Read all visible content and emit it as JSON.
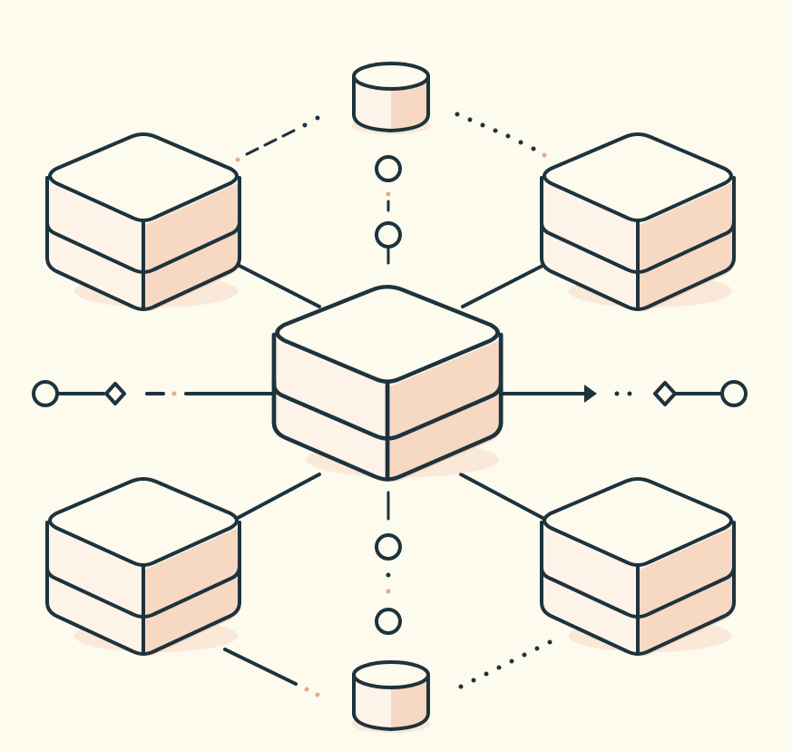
{
  "diagram": {
    "kind": "network-topology",
    "palette": {
      "background": "#fdfaee",
      "outline": "#1d333d",
      "accent": "#f7d8c2",
      "accent_dot": "#e8a98c"
    },
    "nodes": [
      {
        "id": "center",
        "shape": "stacked-block"
      },
      {
        "id": "top-left",
        "shape": "stacked-block"
      },
      {
        "id": "top-right",
        "shape": "stacked-block"
      },
      {
        "id": "bottom-left",
        "shape": "stacked-block"
      },
      {
        "id": "bottom-right",
        "shape": "stacked-block"
      },
      {
        "id": "top",
        "shape": "cylinder"
      },
      {
        "id": "bottom",
        "shape": "cylinder"
      }
    ],
    "edges": [
      {
        "from": "center",
        "to": "top-left",
        "style": "solid"
      },
      {
        "from": "center",
        "to": "top-right",
        "style": "solid"
      },
      {
        "from": "center",
        "to": "bottom-left",
        "style": "solid"
      },
      {
        "from": "center",
        "to": "bottom-right",
        "style": "solid"
      },
      {
        "from": "top",
        "to": "top-left",
        "style": "dotted"
      },
      {
        "from": "top",
        "to": "top-right",
        "style": "dotted"
      },
      {
        "from": "bottom",
        "to": "bottom-left",
        "style": "dotted"
      },
      {
        "from": "bottom",
        "to": "bottom-right",
        "style": "dotted"
      },
      {
        "from": "top",
        "to": "center",
        "style": "circle-chain"
      },
      {
        "from": "center",
        "to": "bottom",
        "style": "circle-chain"
      },
      {
        "from": "left-terminal",
        "to": "center",
        "style": "dashed-with-diamond"
      },
      {
        "from": "center",
        "to": "right-terminal",
        "style": "arrow-with-diamond"
      }
    ]
  }
}
